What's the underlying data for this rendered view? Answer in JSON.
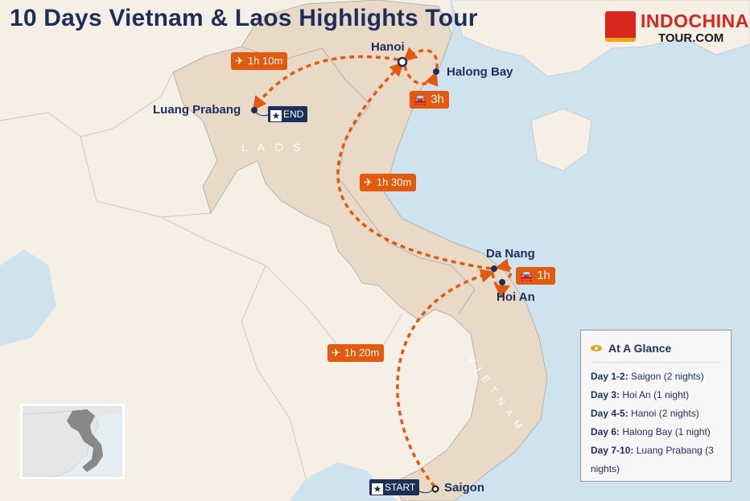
{
  "title": "10 Days Vietnam & Laos Highlights Tour",
  "logo": {
    "line1": "INDOCHINA",
    "line2": "TOUR.COM"
  },
  "colors": {
    "sea": "#cfe3ef",
    "land": "#f6efe5",
    "highlight": "#e8dac6",
    "route": "#e35a0d",
    "navy": "#1b2f5a"
  },
  "countries": {
    "laos": "LAOS",
    "vietnam": "VIETNAM"
  },
  "cities": {
    "hanoi": "Hanoi",
    "halong": "Halong Bay",
    "luang_prabang": "Luang Prabang",
    "da_nang": "Da Nang",
    "hoi_an": "Hoi An",
    "saigon": "Saigon"
  },
  "tags": {
    "start": "START",
    "end": "END"
  },
  "legs": {
    "flight_saigon_danang": {
      "icon": "plane-icon",
      "duration": "1h 20m"
    },
    "drive_danang_hoian": {
      "icon": "car-icon",
      "duration": "1h"
    },
    "flight_danang_hanoi": {
      "icon": "plane-icon",
      "duration": "1h 30m"
    },
    "drive_hanoi_halong": {
      "icon": "car-icon",
      "duration": "3h"
    },
    "flight_hanoi_luangprabang": {
      "icon": "plane-icon",
      "duration": "1h 10m"
    }
  },
  "glance": {
    "title": "At A Glance",
    "items": [
      {
        "day": "Day 1-2:",
        "text": "Saigon (2 nights)"
      },
      {
        "day": "Day 3:",
        "text": "Hoi An (1 night)"
      },
      {
        "day": "Day 4-5:",
        "text": "Hanoi (2 nights)"
      },
      {
        "day": "Day 6:",
        "text": "Halong Bay (1 night)"
      },
      {
        "day": "Day 7-10:",
        "text": "Luang Prabang (3 nights)"
      }
    ]
  }
}
